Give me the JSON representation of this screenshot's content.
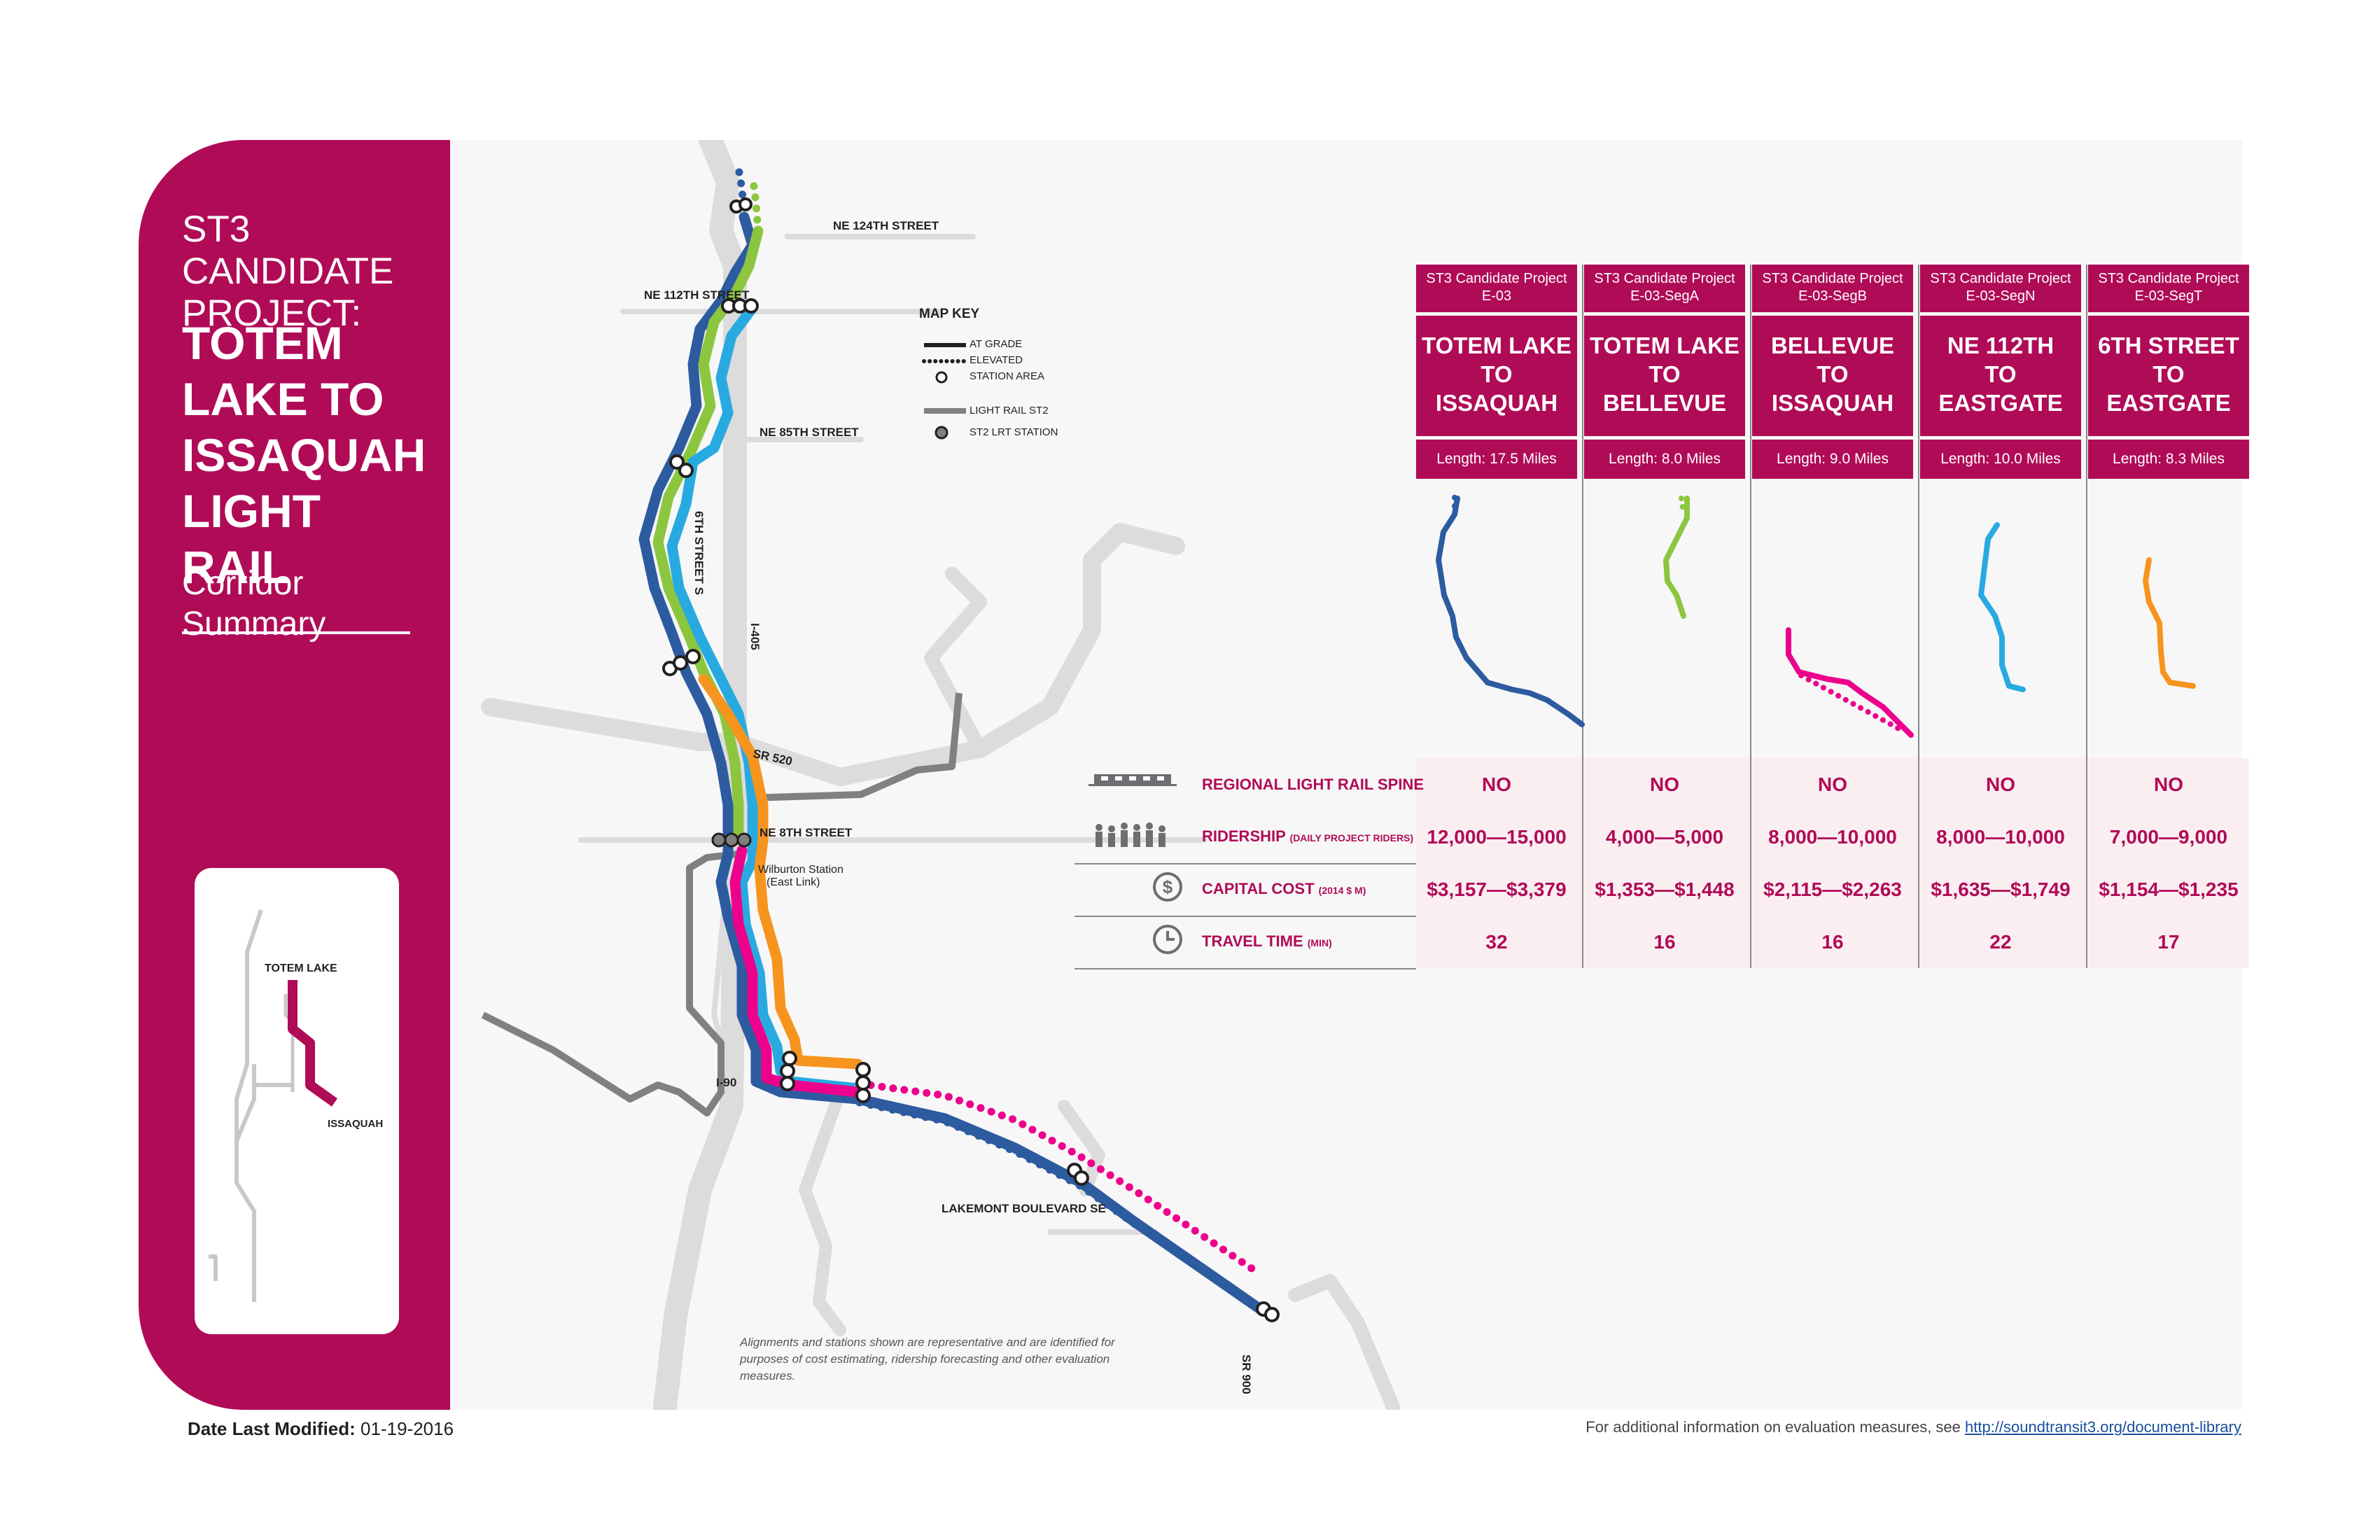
{
  "sidebar": {
    "eyebrow": "ST3 CANDIDATE PROJECT:",
    "title": "TOTEM LAKE TO ISSAQUAH LIGHT RAIL",
    "subtitle": "Corridor Summary",
    "mini_map": {
      "label_top": "TOTEM LAKE",
      "label_bottom": "ISSAQUAH"
    }
  },
  "map": {
    "labels": {
      "ne124": "NE 124TH STREET",
      "ne112": "NE 112TH STREET",
      "ne85": "NE 85TH STREET",
      "sixth": "6TH STREET S",
      "i405": "I-405",
      "sr520": "SR 520",
      "ne8": "NE 8TH STREET",
      "wilburton": "Wilburton Station",
      "eastlink": "(East Link)",
      "i90": "I-90",
      "lakemont": "LAKEMONT BOULEVARD SE",
      "sr900": "SR 900"
    },
    "key": {
      "title": "MAP KEY",
      "at_grade": "AT GRADE",
      "elevated": "ELEVATED",
      "station_area": "STATION AREA",
      "light_rail_st2": "LIGHT RAIL ST2",
      "st2_station": "ST2 LRT STATION"
    },
    "disclaimer": "Alignments and stations shown are representative and are identified for purposes of cost estimating, ridership forecasting and other evaluation measures.",
    "colors": {
      "blue": "#2d5ba0",
      "green": "#8cc63f",
      "lightblue": "#28aae1",
      "magenta": "#ec008c",
      "orange": "#f7941d",
      "road": "#dcdcdc",
      "st2": "#808080"
    }
  },
  "table": {
    "projects": [
      {
        "code": "ST3 Candidate Project\nE-03",
        "code1": "ST3 Candidate Project",
        "code2": "E-03",
        "name": "TOTEM LAKE TO ISSAQUAH",
        "name_lines": [
          "TOTEM LAKE",
          "TO",
          "ISSAQUAH"
        ],
        "length": "Length: 17.5 Miles",
        "color": "#2d5ba0",
        "spine": "NO",
        "ridership": "12,000—15,000",
        "cost": "$3,157—$3,379",
        "time": "32"
      },
      {
        "code1": "ST3 Candidate Project",
        "code2": "E-03-SegA",
        "name_lines": [
          "TOTEM LAKE",
          "TO",
          "BELLEVUE"
        ],
        "length": "Length: 8.0 Miles",
        "color": "#8cc63f",
        "spine": "NO",
        "ridership": "4,000—5,000",
        "cost": "$1,353—$1,448",
        "time": "16"
      },
      {
        "code1": "ST3 Candidate Project",
        "code2": "E-03-SegB",
        "name_lines": [
          "BELLEVUE",
          "TO",
          "ISSAQUAH"
        ],
        "length": "Length: 9.0 Miles",
        "color": "#ec008c",
        "spine": "NO",
        "ridership": "8,000—10,000",
        "cost": "$2,115—$2,263",
        "time": "16"
      },
      {
        "code1": "ST3 Candidate Project",
        "code2": "E-03-SegN",
        "name_lines": [
          "NE 112TH",
          "TO",
          "EASTGATE"
        ],
        "length": "Length: 10.0 Miles",
        "color": "#28aae1",
        "spine": "NO",
        "ridership": "8,000—10,000",
        "cost": "$1,635—$1,749",
        "time": "22"
      },
      {
        "code1": "ST3 Candidate Project",
        "code2": "E-03-SegT",
        "name_lines": [
          "6TH STREET",
          "TO",
          "EASTGATE"
        ],
        "length": "Length: 8.3 Miles",
        "color": "#f7941d",
        "spine": "NO",
        "ridership": "7,000—9,000",
        "cost": "$1,154—$1,235",
        "time": "17"
      }
    ],
    "rows": {
      "spine": "REGIONAL LIGHT RAIL SPINE",
      "ridership": "RIDERSHIP",
      "ridership_note": "(DAILY PROJECT RIDERS)",
      "cost": "CAPITAL COST",
      "cost_note": "(2014 $ M)",
      "time": "TRAVEL TIME",
      "time_note": "(MIN)"
    }
  },
  "footer": {
    "date_label": "Date Last Modified:",
    "date_value": "01-19-2016",
    "info": "For additional information on evaluation measures, see",
    "link": "http://soundtransit3.org/document-library"
  }
}
